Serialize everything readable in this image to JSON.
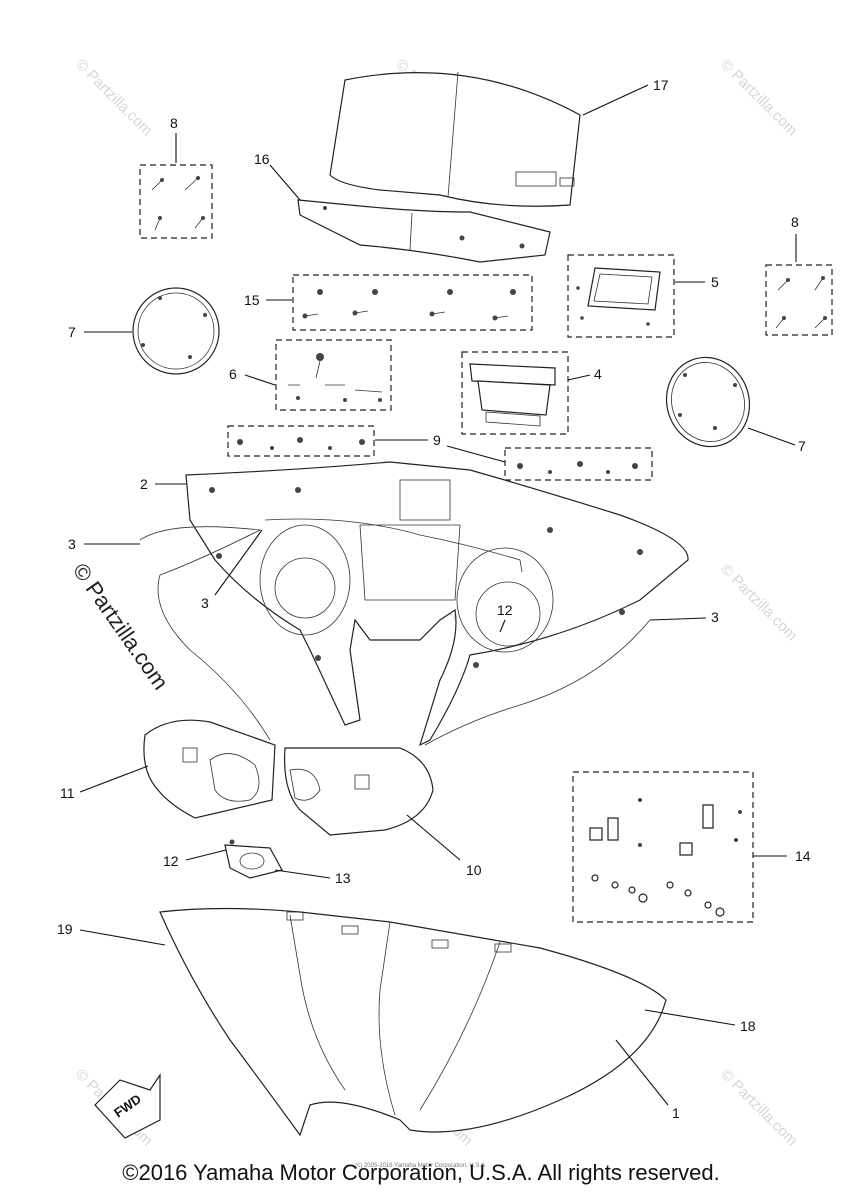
{
  "diagram": {
    "callouts": {
      "c1": "1",
      "c2": "2",
      "c3a": "3",
      "c3b": "3",
      "c3c": "3",
      "c4": "4",
      "c5": "5",
      "c6": "6",
      "c7a": "7",
      "c7b": "7",
      "c8a": "8",
      "c8b": "8",
      "c9": "9",
      "c10": "10",
      "c11": "11",
      "c12a": "12",
      "c12b": "12",
      "c13": "13",
      "c14": "14",
      "c15": "15",
      "c16": "16",
      "c17": "17",
      "c18": "18",
      "c19": "19"
    },
    "fwd_label": "FWD",
    "watermark": "© Partzilla.com",
    "tiled_watermark": "© Partzilla.com"
  },
  "footer": {
    "copyright": "©2016 Yamaha Motor Corporation, U.S.A. All rights reserved.",
    "small_copyright": "(c) 2005-2016 Yamaha Motor Corporation, U.S.A."
  }
}
